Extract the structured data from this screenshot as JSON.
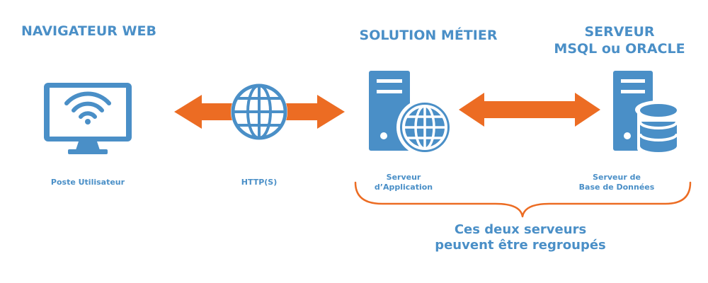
{
  "colors": {
    "blue": "#4a8fc7",
    "orange": "#ec6c23",
    "white": "#ffffff"
  },
  "headers": {
    "browser": "NAVIGATEUR WEB",
    "business": "SOLUTION MÉTIER",
    "server_line1": "SERVEUR",
    "server_line2": "MSQL ou ORACLE"
  },
  "labels": {
    "user": "Poste Utilisateur",
    "protocol": "HTTP(S)",
    "app_server_line1": "Serveur",
    "app_server_line2": "d’Application",
    "db_server_line1": "Serveur de",
    "db_server_line2": "Base de Données"
  },
  "note": {
    "line1": "Ces deux serveurs",
    "line2": "peuvent être regroupés"
  },
  "icons": [
    "monitor-wifi-icon",
    "globe-icon",
    "server-globe-icon",
    "server-database-icon",
    "double-arrow-icon",
    "curly-brace"
  ]
}
